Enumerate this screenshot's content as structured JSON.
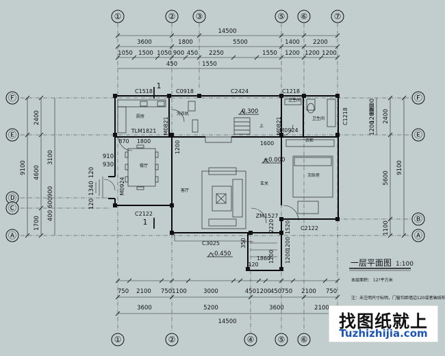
{
  "drawing": {
    "title": "一层平面图",
    "scale": "1:100",
    "notes": [
      "本层面积： 12?平方米",
      "注：未注明尺寸标明，门窗均距墙边120或者轴线布置"
    ]
  },
  "axes": {
    "top": [
      "①",
      "②",
      "③",
      "⑤",
      "⑥",
      "⑦"
    ],
    "bottom": [
      "①",
      "②",
      "④",
      "⑤",
      "⑥"
    ],
    "left": [
      "Ⓕ",
      "Ⓔ",
      "Ⓓ",
      "Ⓒ",
      "Ⓐ"
    ],
    "right": [
      "Ⓕ",
      "Ⓔ",
      "Ⓑ",
      "Ⓐ"
    ]
  },
  "dimensions": {
    "top_total": "14500",
    "top_row1": [
      "3600",
      "1800",
      "5500",
      "1400",
      "2200"
    ],
    "top_row2": [
      "1050",
      "1500",
      "1050",
      "900",
      "450",
      "2250",
      "1550",
      "1200",
      "1200",
      "1200"
    ],
    "top_row3a": "450",
    "top_row3b": "1550",
    "bottom_row1": [
      "750",
      "2100",
      "750",
      "1100",
      "3000",
      "450",
      "1200",
      "450",
      "750",
      "2100",
      "750"
    ],
    "bottom_row2": [
      "3600",
      "5200",
      "3600",
      "2100"
    ],
    "bottom_total": "14500",
    "left_outer": "9100",
    "left_mid": [
      "2400",
      "3100",
      "4600",
      "1700"
    ],
    "left_inner": [
      "910",
      "930",
      "120",
      "1340",
      "900",
      "600",
      "400",
      "120"
    ],
    "right_outer": "9100",
    "right_mid": [
      "2400",
      "5600",
      "1100"
    ],
    "right_inner": [
      "1200",
      "1200",
      "600",
      "600"
    ],
    "entrance": [
      "350",
      "120",
      "1860",
      "1200",
      "1200",
      "2220",
      "1520",
      "1200"
    ],
    "misc": [
      "1800",
      "1200",
      "1600",
      "870"
    ]
  },
  "labels": {
    "windows": [
      "C1518",
      "C0918",
      "C2424",
      "C1218",
      "C1218",
      "C2122",
      "C2122",
      "C3025",
      "M0821",
      "M0821",
      "M0924",
      "M0924",
      "TLM1821",
      "ZM1527"
    ],
    "rooms": [
      "厨房",
      "餐厅",
      "客厅",
      "洗衣机",
      "上",
      "卫生间",
      "衣柜",
      "次卧房",
      "玄关",
      "卫生间"
    ],
    "elevations": [
      "0.300",
      "±0.000",
      "-0.450"
    ],
    "section_marks": [
      "1",
      "1"
    ]
  },
  "watermark": {
    "cn": "找图纸就上",
    "en": "Tuzhizhijia.com"
  }
}
